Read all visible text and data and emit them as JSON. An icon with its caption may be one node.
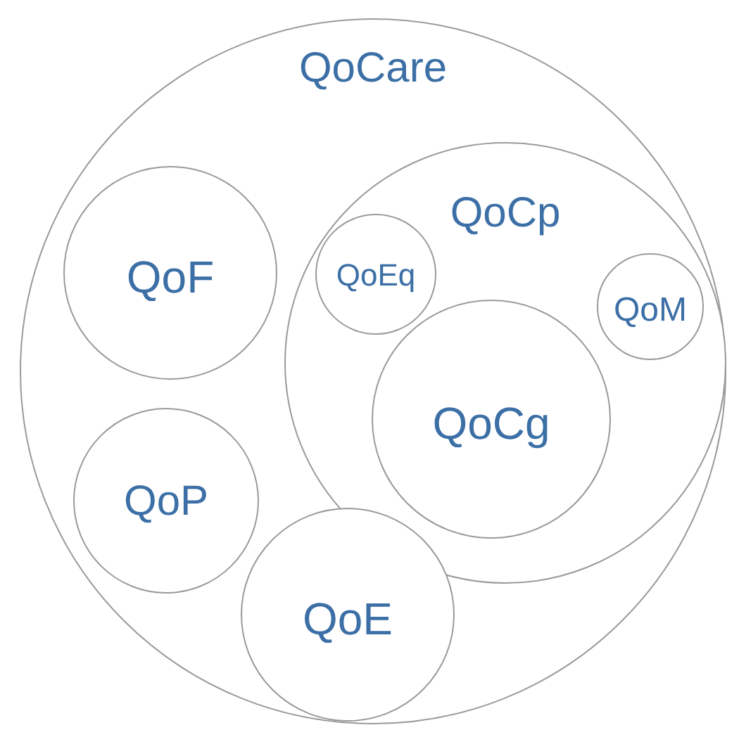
{
  "diagram": {
    "nodes": [
      {
        "text": [
          "QoCare"
        ]
      },
      {
        "text": [
          "QoF"
        ],
        "in": 0
      },
      {
        "text": [
          "QoCp"
        ],
        "in": 0
      },
      {
        "text": [
          "QoEq"
        ],
        "in": 2
      },
      {
        "text": [
          "QoM"
        ],
        "in": 2
      },
      {
        "text": [
          "QoCg"
        ],
        "in": 2
      },
      {
        "text": [
          "QoP"
        ],
        "in": 0
      },
      {
        "text": [
          "QoE"
        ],
        "in": 0
      }
    ]
  }
}
